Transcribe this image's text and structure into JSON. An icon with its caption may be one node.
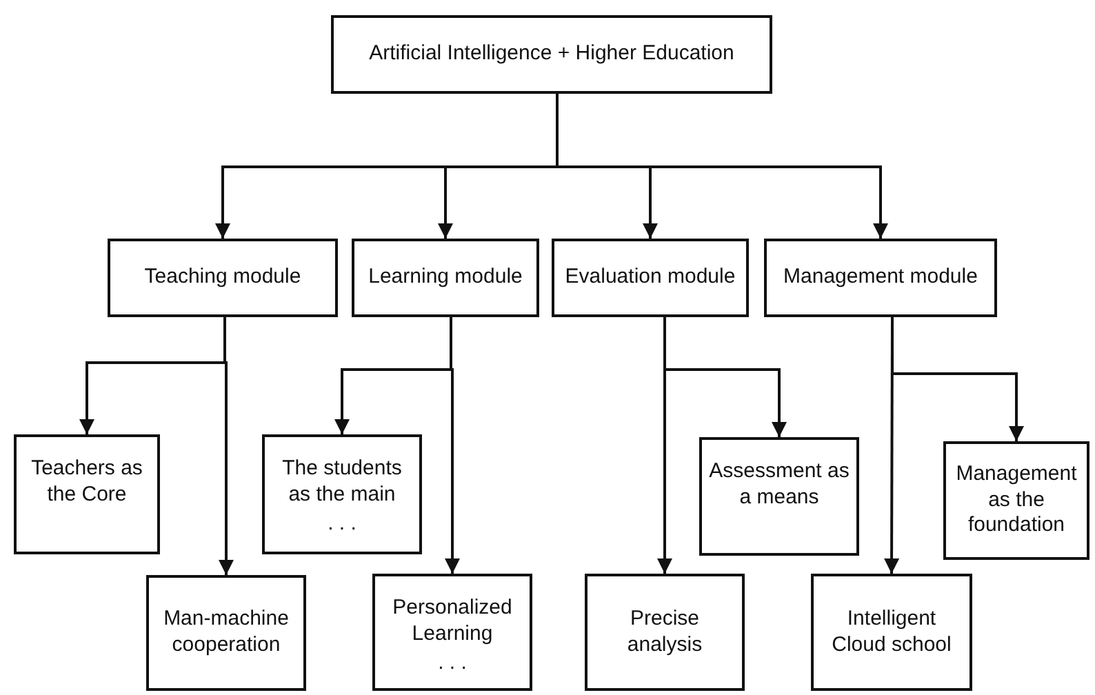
{
  "diagram": {
    "nodes": [
      {
        "text": [
          "Artificial Intelligence + Higher Education"
        ]
      },
      {
        "text": [
          "Teaching module"
        ]
      },
      {
        "text": [
          "Learning module"
        ]
      },
      {
        "text": [
          "Evaluation module"
        ]
      },
      {
        "text": [
          "Management module"
        ]
      },
      {
        "text": [
          "Teachers as the Core"
        ]
      },
      {
        "text": [
          "Man-machine cooperation"
        ]
      },
      {
        "text": [
          "The students as the main",
          ". . ."
        ]
      },
      {
        "text": [
          "Personalized Learning",
          ". . ."
        ]
      },
      {
        "text": [
          "Assessment as a means"
        ]
      },
      {
        "text": [
          "Precise analysis"
        ]
      },
      {
        "text": [
          "Management as the foundation"
        ]
      },
      {
        "text": [
          "Intelligent Cloud school"
        ]
      }
    ],
    "edges": [
      {
        "from": 0,
        "to": 1,
        "arrow": "to"
      },
      {
        "from": 0,
        "to": 2,
        "arrow": "to"
      },
      {
        "from": 0,
        "to": 3,
        "arrow": "to"
      },
      {
        "from": 0,
        "to": 4,
        "arrow": "to"
      },
      {
        "from": 1,
        "to": 5,
        "arrow": "to"
      },
      {
        "from": 1,
        "to": 6,
        "arrow": "to"
      },
      {
        "from": 2,
        "to": 7,
        "arrow": "to"
      },
      {
        "from": 2,
        "to": 8,
        "arrow": "to"
      },
      {
        "from": 3,
        "to": 9,
        "arrow": "to"
      },
      {
        "from": 3,
        "to": 10,
        "arrow": "to"
      },
      {
        "from": 4,
        "to": 11,
        "arrow": "to"
      },
      {
        "from": 4,
        "to": 12,
        "arrow": "to"
      }
    ]
  }
}
